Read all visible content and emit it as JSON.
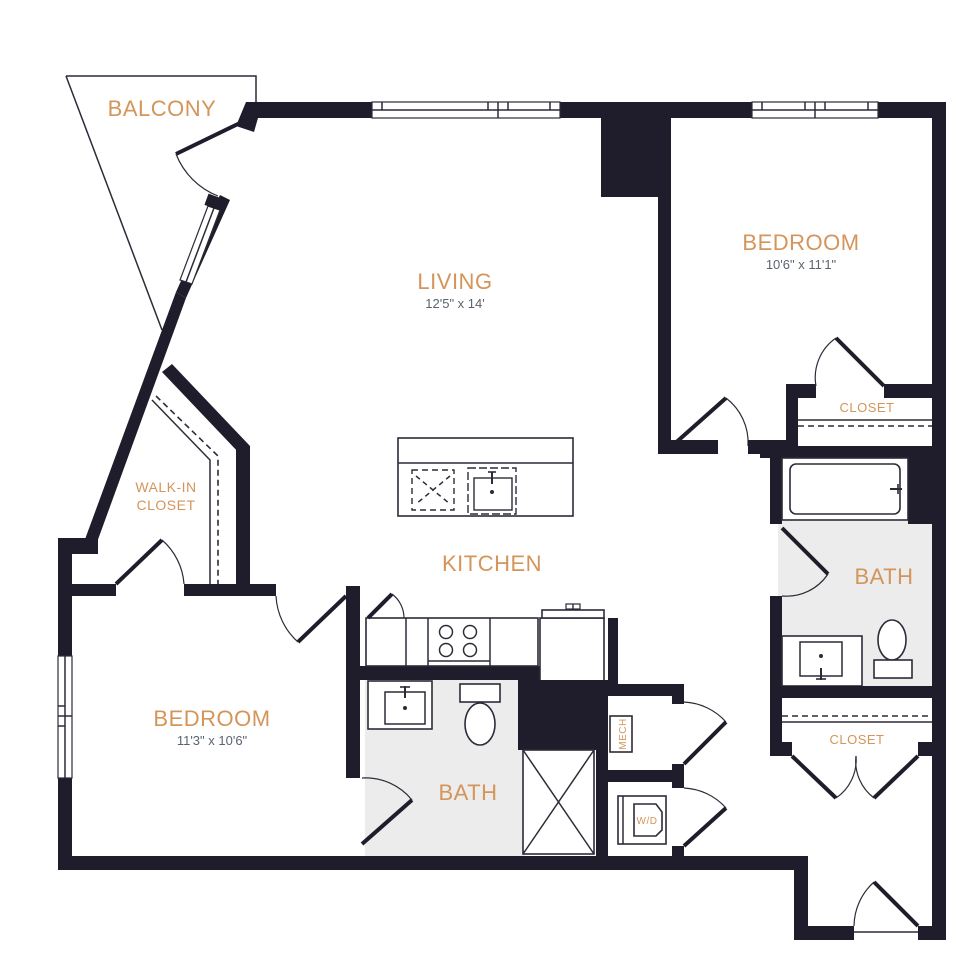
{
  "plan": {
    "colors": {
      "wall": "#1f1d2b",
      "room_label": "#d4955a",
      "dimension": "#5a6470",
      "bath_tile": "#ececec",
      "floor": "#ffffff"
    },
    "rooms": {
      "balcony": {
        "label": "BALCONY"
      },
      "living": {
        "label": "LIVING",
        "dimensions": "12'5\" x 14'"
      },
      "bedroom_1": {
        "label": "BEDROOM",
        "dimensions": "10'6\" x 11'1\""
      },
      "bedroom_2": {
        "label": "BEDROOM",
        "dimensions": "11'3\" x 10'6\""
      },
      "walk_in_closet": {
        "label_line1": "WALK-IN",
        "label_line2": "CLOSET"
      },
      "kitchen": {
        "label": "KITCHEN"
      },
      "bath_1": {
        "label": "BATH"
      },
      "bath_2": {
        "label": "BATH"
      },
      "closet_1": {
        "label": "CLOSET"
      },
      "closet_2": {
        "label": "CLOSET"
      },
      "mech": {
        "label": "MECH"
      },
      "washer_dryer": {
        "label": "W/D"
      }
    },
    "icons": [
      "door-icon",
      "window-icon",
      "sink-icon",
      "toilet-icon",
      "bathtub-icon",
      "shower-icon",
      "cooktop-icon",
      "refrigerator-icon",
      "dishwasher-icon",
      "washer-dryer-icon"
    ]
  }
}
